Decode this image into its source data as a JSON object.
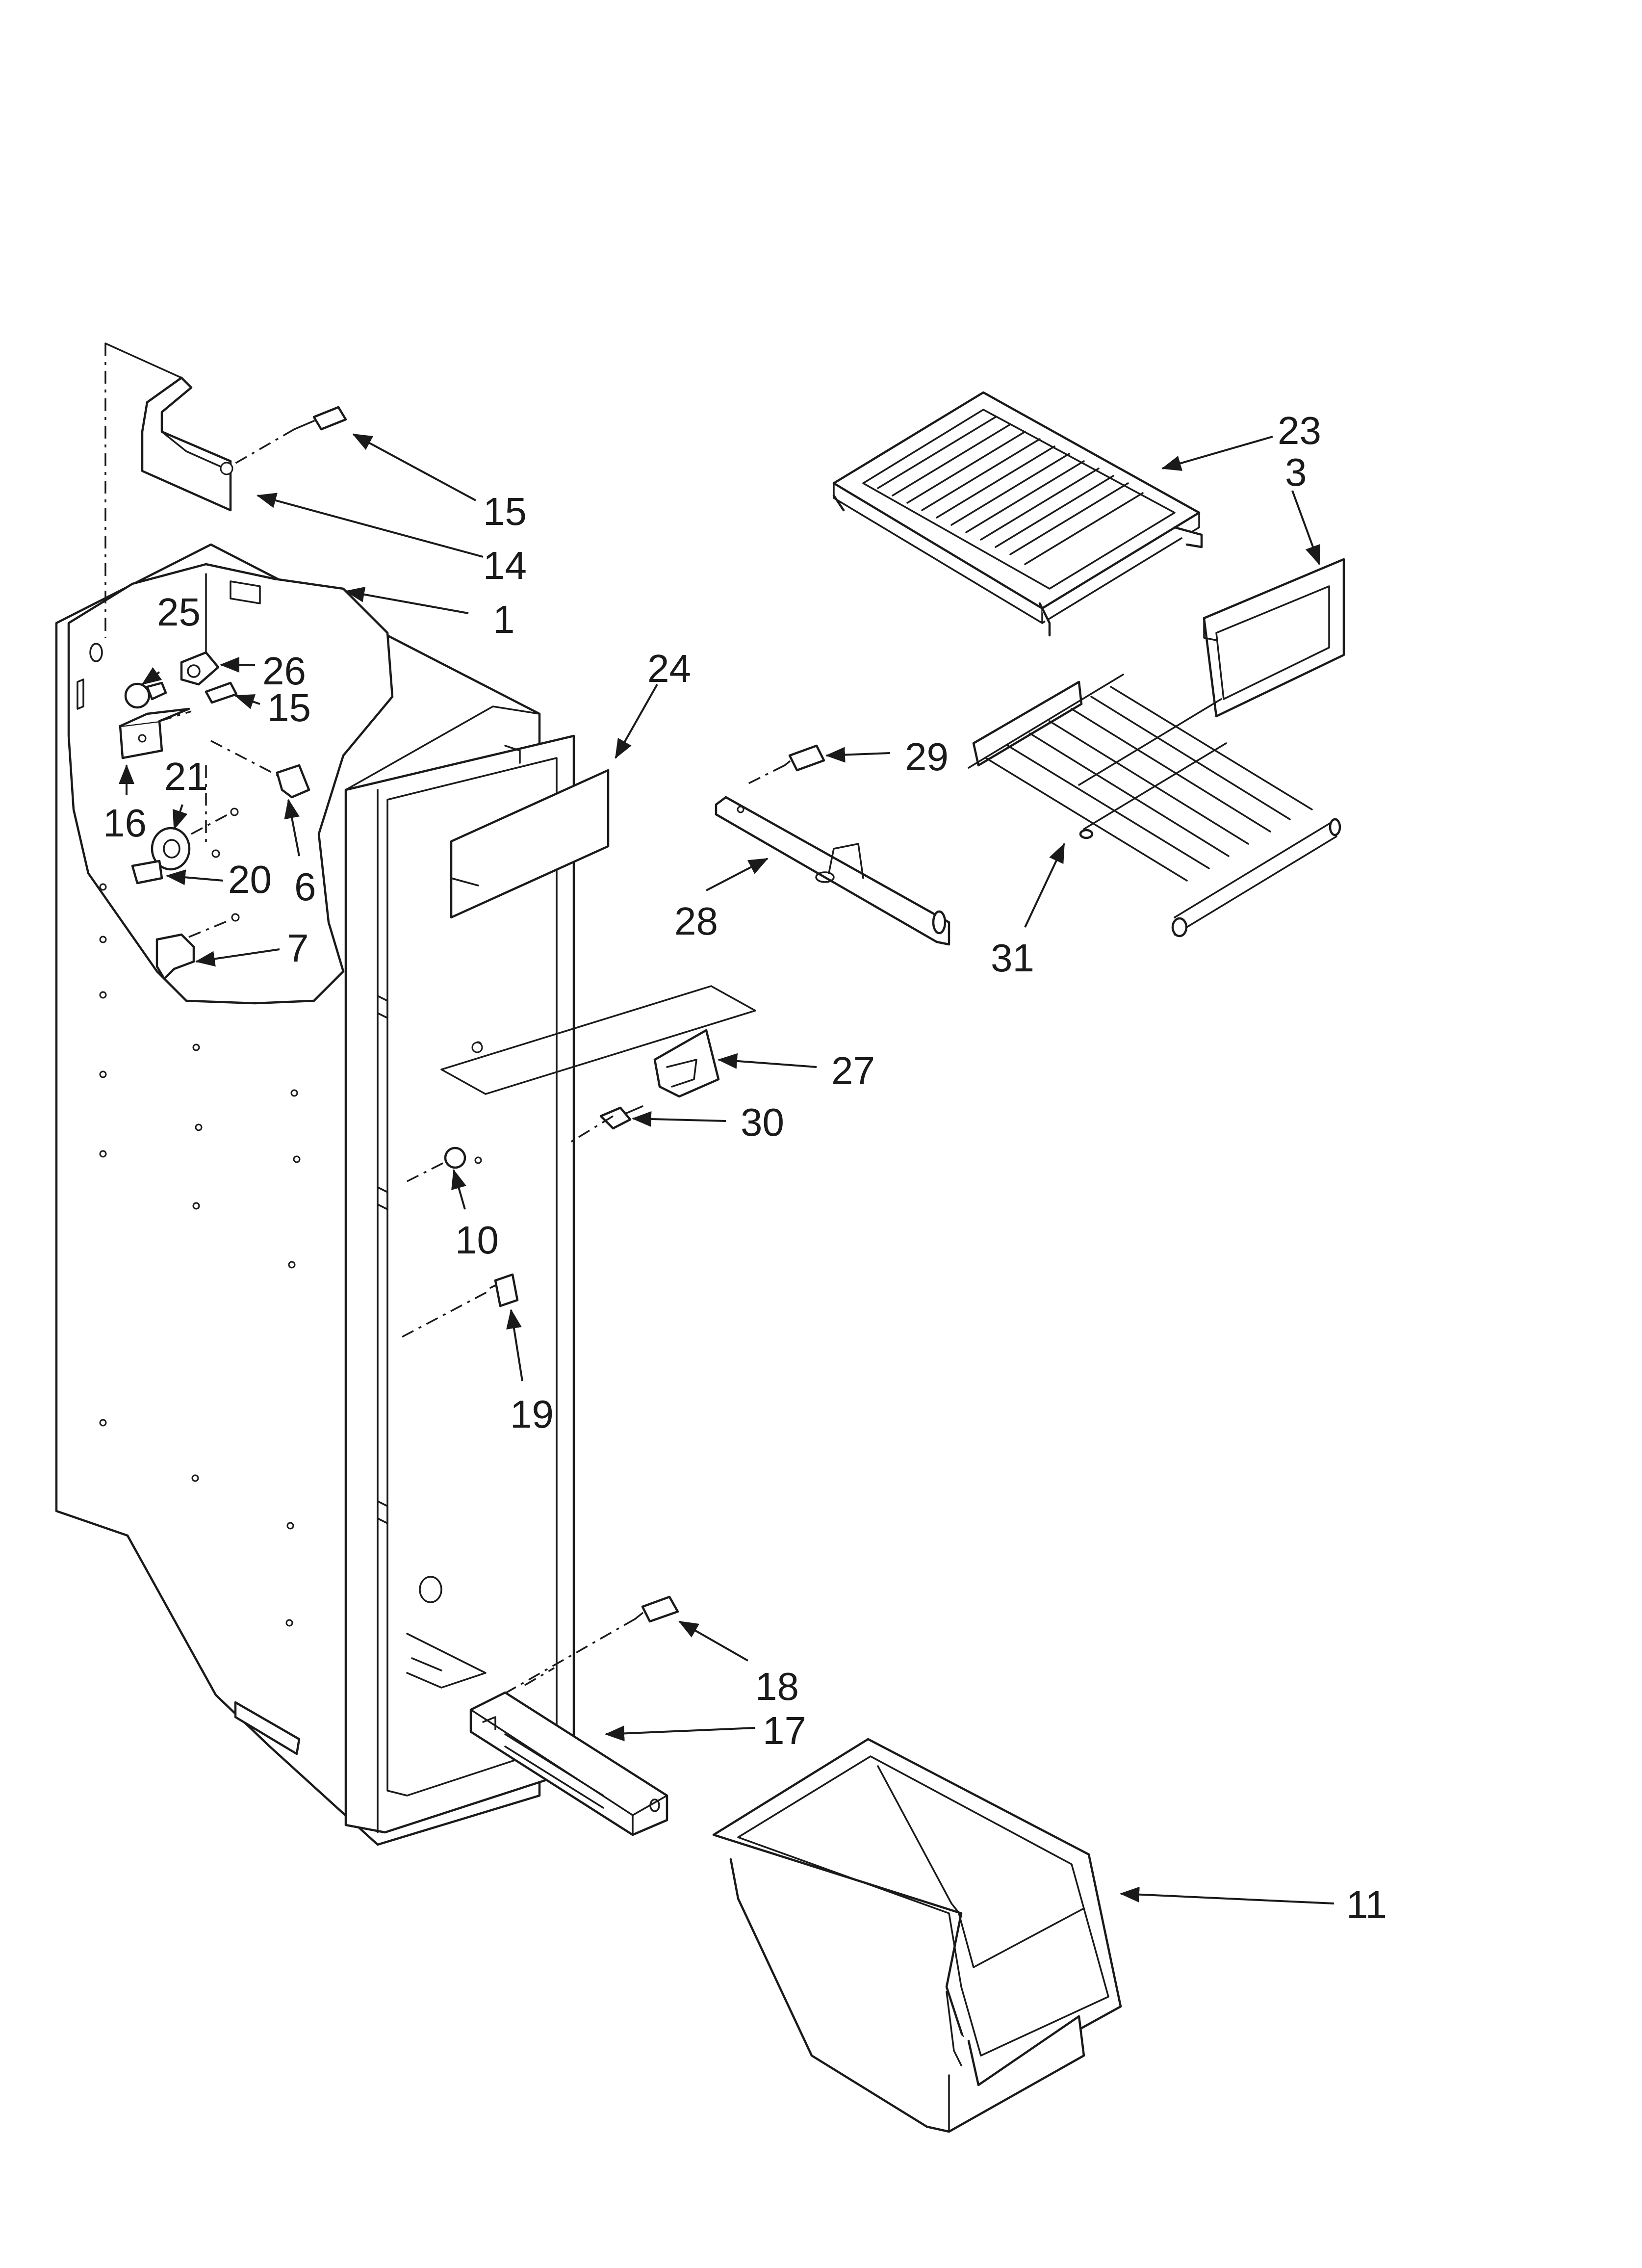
{
  "callouts": [
    {
      "id": "c1",
      "label": "1"
    },
    {
      "id": "c3",
      "label": "3"
    },
    {
      "id": "c6",
      "label": "6"
    },
    {
      "id": "c7",
      "label": "7"
    },
    {
      "id": "c10",
      "label": "10"
    },
    {
      "id": "c11",
      "label": "11"
    },
    {
      "id": "c14",
      "label": "14"
    },
    {
      "id": "c15a",
      "label": "15"
    },
    {
      "id": "c15b",
      "label": "15"
    },
    {
      "id": "c16",
      "label": "16"
    },
    {
      "id": "c17",
      "label": "17"
    },
    {
      "id": "c18",
      "label": "18"
    },
    {
      "id": "c19",
      "label": "19"
    },
    {
      "id": "c20",
      "label": "20"
    },
    {
      "id": "c21",
      "label": "21"
    },
    {
      "id": "c23",
      "label": "23"
    },
    {
      "id": "c24",
      "label": "24"
    },
    {
      "id": "c25",
      "label": "25"
    },
    {
      "id": "c26",
      "label": "26"
    },
    {
      "id": "c27",
      "label": "27"
    },
    {
      "id": "c28",
      "label": "28"
    },
    {
      "id": "c29",
      "label": "29"
    },
    {
      "id": "c30",
      "label": "30"
    },
    {
      "id": "c31",
      "label": "31"
    }
  ]
}
